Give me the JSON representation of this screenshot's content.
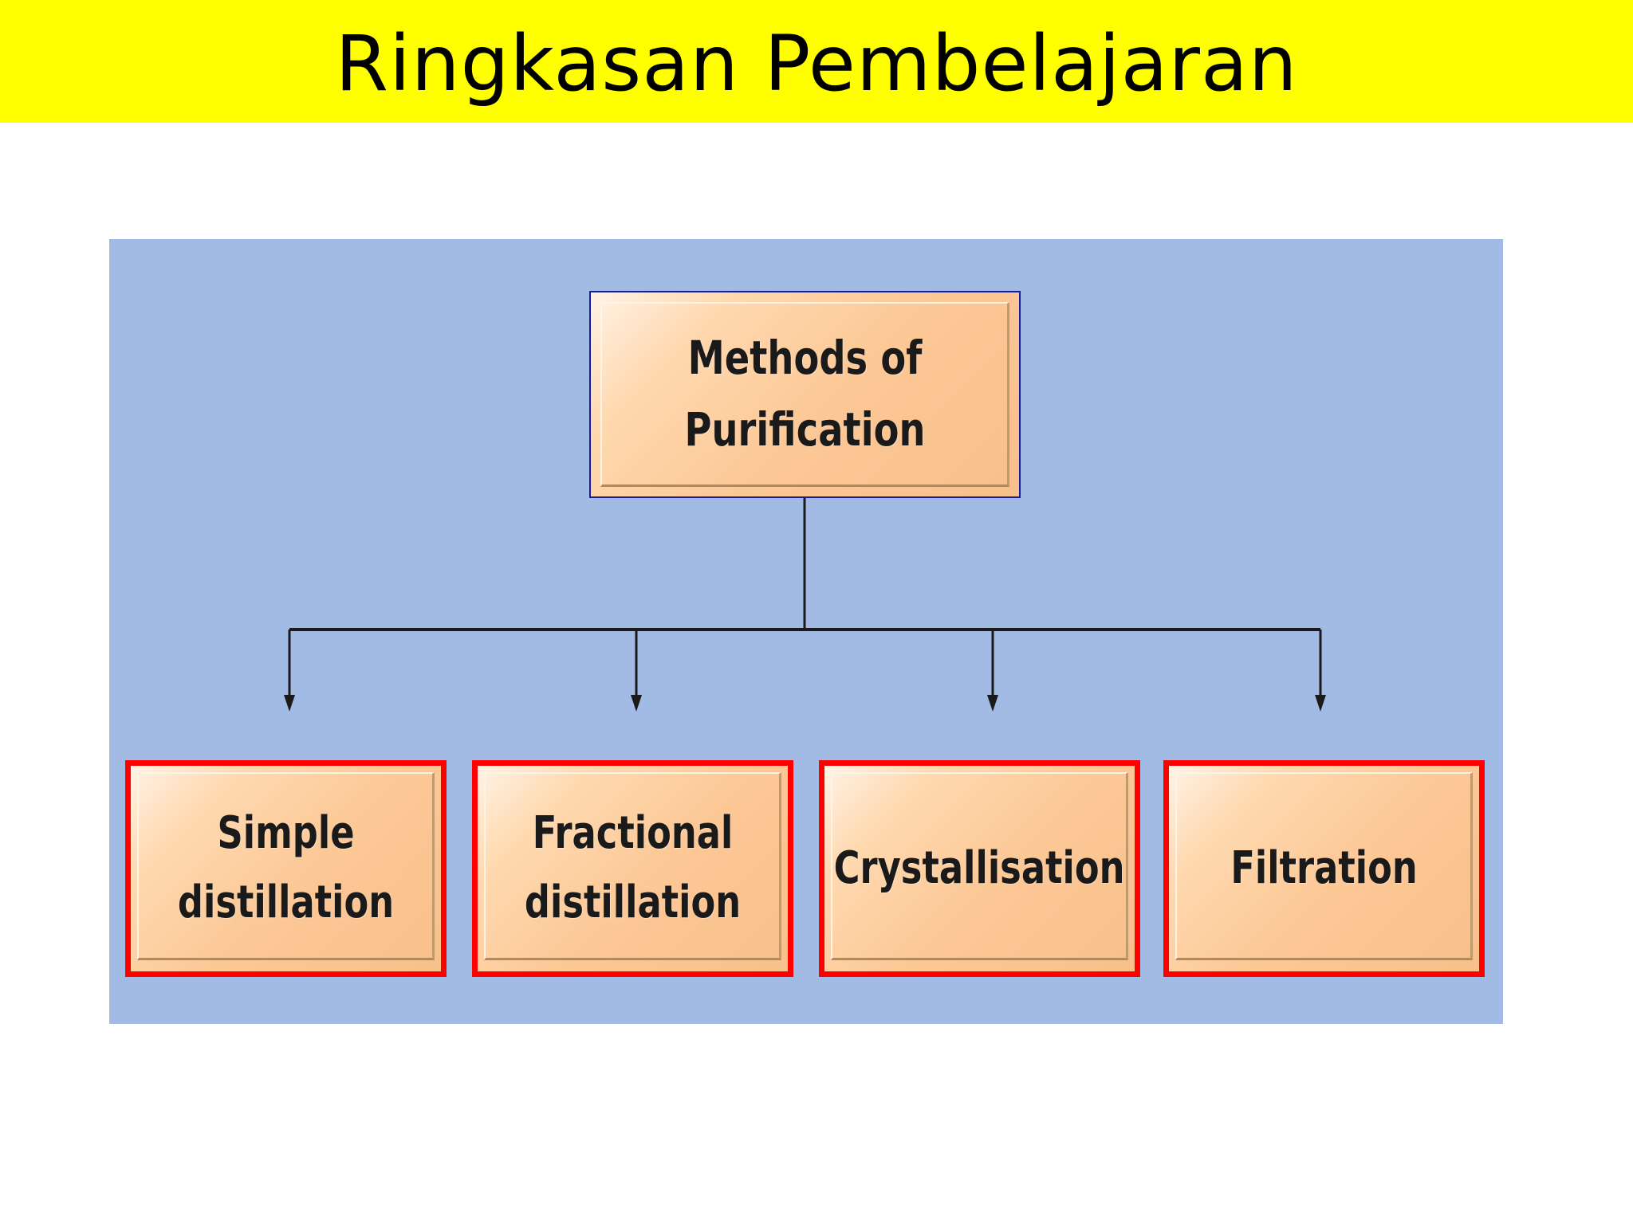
{
  "slide": {
    "title": "Ringkasan Pembelajaran",
    "colors": {
      "title_background": "#ffff00",
      "panel_background": "#a1bbe4",
      "node_fill": "#fcc896",
      "child_border": "#ff0000",
      "root_border": "#1a1a9a"
    }
  },
  "diagram": {
    "root": {
      "label": "Methods of Purification"
    },
    "children": [
      {
        "label": "Simple\ndistillation"
      },
      {
        "label": "Fractional\ndistillation"
      },
      {
        "label": "Crystallisation"
      },
      {
        "label": "Filtration"
      }
    ]
  }
}
